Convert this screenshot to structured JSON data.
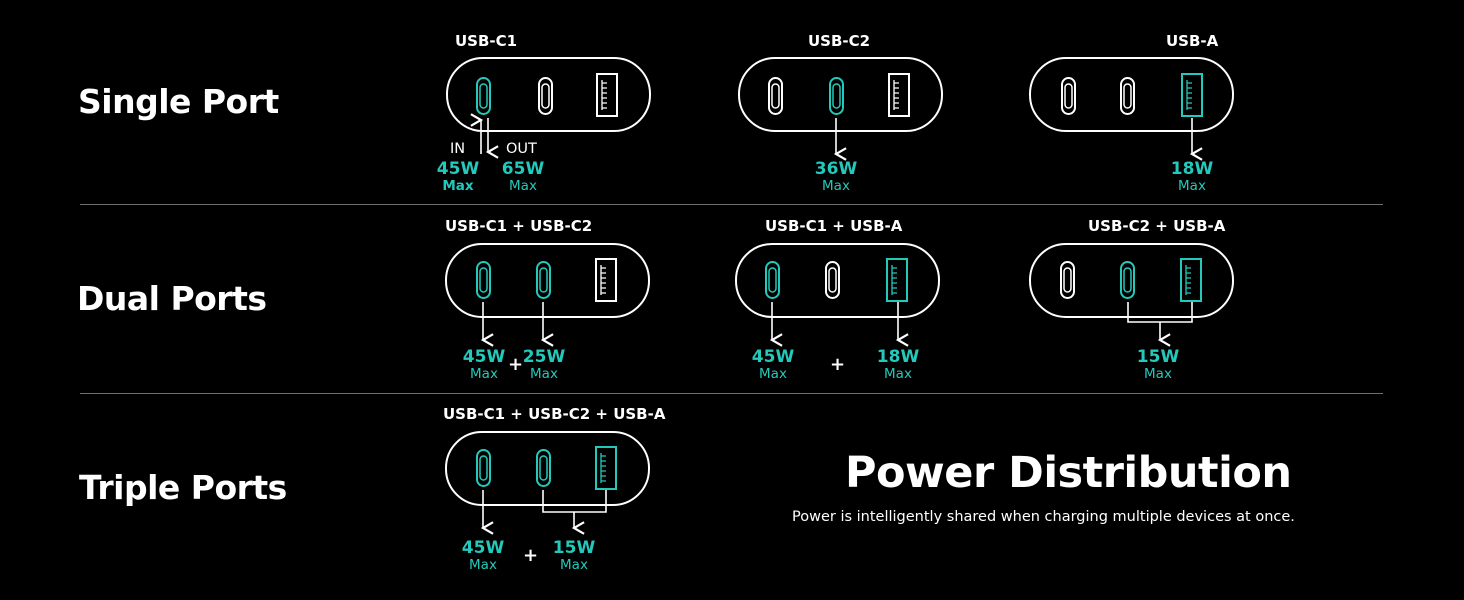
{
  "rows": {
    "single": {
      "title": "Single Port"
    },
    "dual": {
      "title": "Dual Ports"
    },
    "triple": {
      "title": "Triple Ports"
    }
  },
  "groups": {
    "single_c1": {
      "label": "USB-C1",
      "in_label": "IN",
      "out_label": "OUT",
      "in_watt": "45W",
      "in_max": "Max",
      "out_watt": "65W",
      "out_max": "Max"
    },
    "single_c2": {
      "label": "USB-C2",
      "watt": "36W",
      "max": "Max"
    },
    "single_a": {
      "label": "USB-A",
      "watt": "18W",
      "max": "Max"
    },
    "dual_c1_c2": {
      "label": "USB-C1 + USB-C2",
      "watt1": "45W",
      "max1": "Max",
      "plus": "+",
      "watt2": "25W",
      "max2": "Max"
    },
    "dual_c1_a": {
      "label": "USB-C1 + USB-A",
      "watt1": "45W",
      "max1": "Max",
      "plus": "+",
      "watt2": "18W",
      "max2": "Max"
    },
    "dual_c2_a": {
      "label": "USB-C2 + USB-A",
      "watt": "15W",
      "max": "Max"
    },
    "triple": {
      "label": "USB-C1 + USB-C2 + USB-A",
      "watt1": "45W",
      "max1": "Max",
      "plus": "+",
      "watt2": "15W",
      "max2": "Max"
    }
  },
  "power_distribution": {
    "title": "Power Distribution",
    "subtitle": "Power is intelligently shared when charging multiple devices at once."
  },
  "colors": {
    "accent": "#23c9bb",
    "background": "#000000",
    "text": "#ffffff",
    "divider": "#6e6e6e"
  }
}
